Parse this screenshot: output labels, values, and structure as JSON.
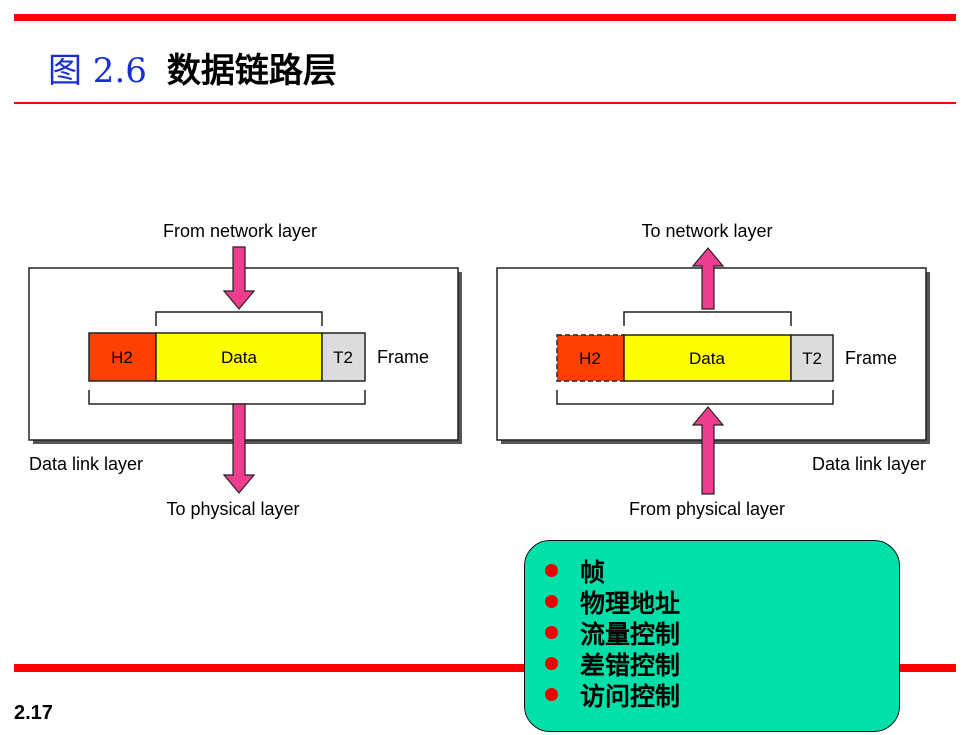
{
  "header": {
    "figure_label": "图 2.6",
    "title": "数据链路层"
  },
  "left_panel": {
    "top_label": "From network layer",
    "bottom_label": "To physical layer",
    "layer_label": "Data link layer",
    "header_cell": "H2",
    "data_cell": "Data",
    "trailer_cell": "T2",
    "frame_label": "Frame"
  },
  "right_panel": {
    "top_label": "To network layer",
    "bottom_label": "From physical layer",
    "layer_label": "Data link layer",
    "header_cell": "H2",
    "data_cell": "Data",
    "trailer_cell": "T2",
    "frame_label": "Frame"
  },
  "callout": {
    "items": [
      "帧",
      "物理地址",
      "流量控制",
      "差错控制",
      "访问控制"
    ]
  },
  "footer": {
    "page_number": "2.17"
  },
  "colors": {
    "accent_red": "#ff0000",
    "title_blue": "#1a2fd1",
    "header_cell": "#ff4000",
    "data_cell": "#ffff00",
    "trailer_cell": "#dcdcdc",
    "arrow": "#ee3d8f",
    "callout_bg": "#00e0a8"
  }
}
